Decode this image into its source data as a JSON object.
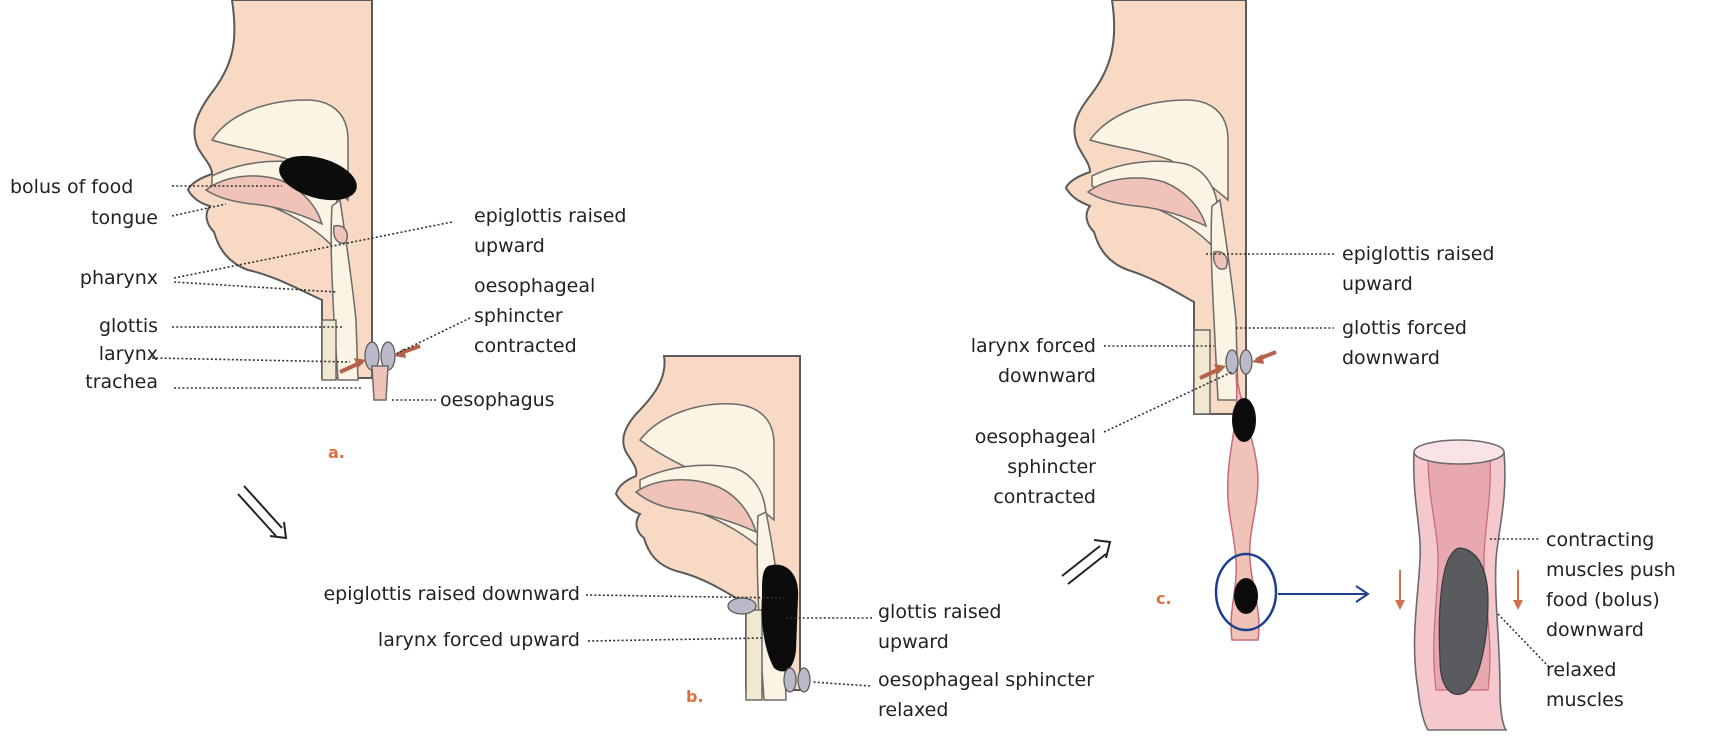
{
  "colors": {
    "skin": "#f7d9c4",
    "inner": "#fbf3e3",
    "bone": "#f1e8d2",
    "tissue": "#f0c3b8",
    "bolus": "#0c0c0c",
    "arrow_red": "#b4624b",
    "panel_label": "#e0703c",
    "circle": "#1e3f8f",
    "muscle": "#e8a8b0",
    "muscle_dark": "#c76a7a"
  },
  "panels": {
    "a": {
      "tag": "a.",
      "labels": {
        "bolus": "bolus of food",
        "tongue": "tongue",
        "pharynx": "pharynx",
        "glottis": "glottis",
        "larynx": "larynx",
        "trachea": "trachea",
        "epiglottis_l1": "epiglottis raised",
        "epiglottis_l2": "upward",
        "sphincter_l1": "oesophageal",
        "sphincter_l2": "sphincter",
        "sphincter_l3": "contracted",
        "oesophagus": "oesophagus"
      }
    },
    "b": {
      "tag": "b.",
      "labels": {
        "epiglottis": "epiglottis raised downward",
        "larynx": "larynx forced upward",
        "glottis_l1": "glottis raised",
        "glottis_l2": "upward",
        "sphincter_l1": "oesophageal sphincter",
        "sphincter_l2": "relaxed"
      }
    },
    "c": {
      "tag": "c.",
      "labels": {
        "larynx_l1": "larynx forced",
        "larynx_l2": "downward",
        "sphincter_l1": "oesophageal",
        "sphincter_l2": "sphincter",
        "sphincter_l3": "contracted",
        "epiglottis_l1": "epiglottis raised",
        "epiglottis_l2": "upward",
        "glottis_l1": "glottis forced",
        "glottis_l2": "downward"
      }
    },
    "detail": {
      "labels": {
        "contracting_l1": "contracting",
        "contracting_l2": "muscles push",
        "contracting_l3": "food (bolus)",
        "contracting_l4": "downward",
        "relaxed_l1": "relaxed",
        "relaxed_l2": "muscles"
      }
    }
  },
  "icons": {
    "step_arrow_1": "double-arrow-down-right-icon",
    "step_arrow_2": "double-arrow-up-right-icon",
    "zoom_arrow": "arrow-right-icon"
  }
}
